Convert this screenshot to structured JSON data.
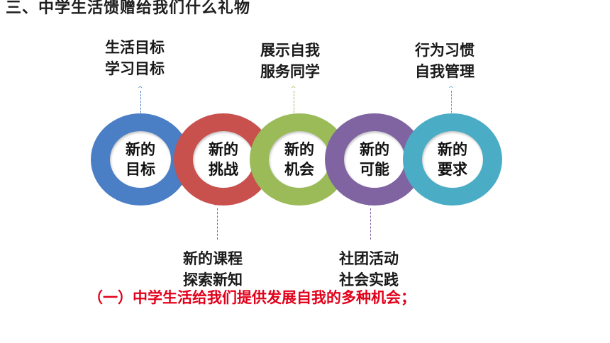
{
  "title": "三、中学生活馈赠给我们什么礼物",
  "rings": [
    {
      "line1": "新的",
      "line2": "目标",
      "color": "#4a7ec5"
    },
    {
      "line1": "新的",
      "line2": "挑战",
      "color": "#c8504d"
    },
    {
      "line1": "新的",
      "line2": "机会",
      "color": "#9bbb59"
    },
    {
      "line1": "新的",
      "line2": "可能",
      "color": "#8064a2"
    },
    {
      "line1": "新的",
      "line2": "要求",
      "color": "#4bacc6"
    }
  ],
  "labels": {
    "goals": [
      "生活目标",
      "学习目标"
    ],
    "opportunity": [
      "展示自我",
      "服务同学"
    ],
    "requirements": [
      "行为习惯",
      "自我管理"
    ],
    "challenge": [
      "新的课程",
      "探索新知"
    ],
    "possibility": [
      "社团活动",
      "社会实践"
    ]
  },
  "note": "（一）中学生活给我们提供发展自我的多种机会；"
}
